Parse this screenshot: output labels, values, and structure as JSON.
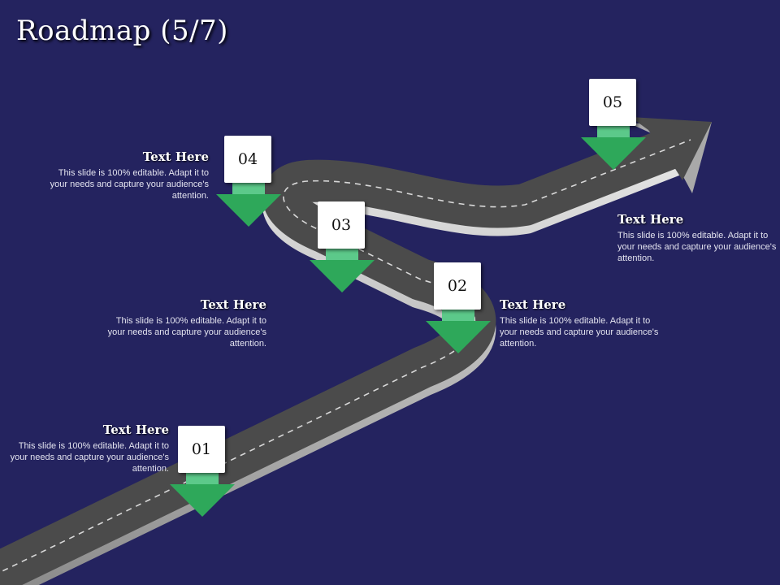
{
  "slide": {
    "title": "Roadmap (5/7)",
    "background_color": "#24235f"
  },
  "road": {
    "surface_color": "#4b4b4b",
    "edge_color": "#bfbfbf",
    "lane_marking_color": "#d8d8d8",
    "has_arrow_head": true
  },
  "markers": [
    {
      "number": "01",
      "arrow_color": "#2ea85a"
    },
    {
      "number": "02",
      "arrow_color": "#2ea85a"
    },
    {
      "number": "03",
      "arrow_color": "#2ea85a"
    },
    {
      "number": "04",
      "arrow_color": "#2ea85a"
    },
    {
      "number": "05",
      "arrow_color": "#2ea85a"
    }
  ],
  "callouts": [
    {
      "heading": "Text Here",
      "body": "This slide is 100% editable. Adapt it to your needs and capture your audience's attention."
    },
    {
      "heading": "Text Here",
      "body": "This slide is 100% editable. Adapt it to your needs and capture your audience's attention."
    },
    {
      "heading": "Text Here",
      "body": "This slide is 100% editable. Adapt it to your needs and capture your audience's attention."
    },
    {
      "heading": "Text Here",
      "body": "This slide is 100% editable. Adapt it to your needs and capture your audience's attention."
    },
    {
      "heading": "Text Here",
      "body": "This slide is 100% editable. Adapt it to your needs and capture your audience's attention."
    }
  ]
}
